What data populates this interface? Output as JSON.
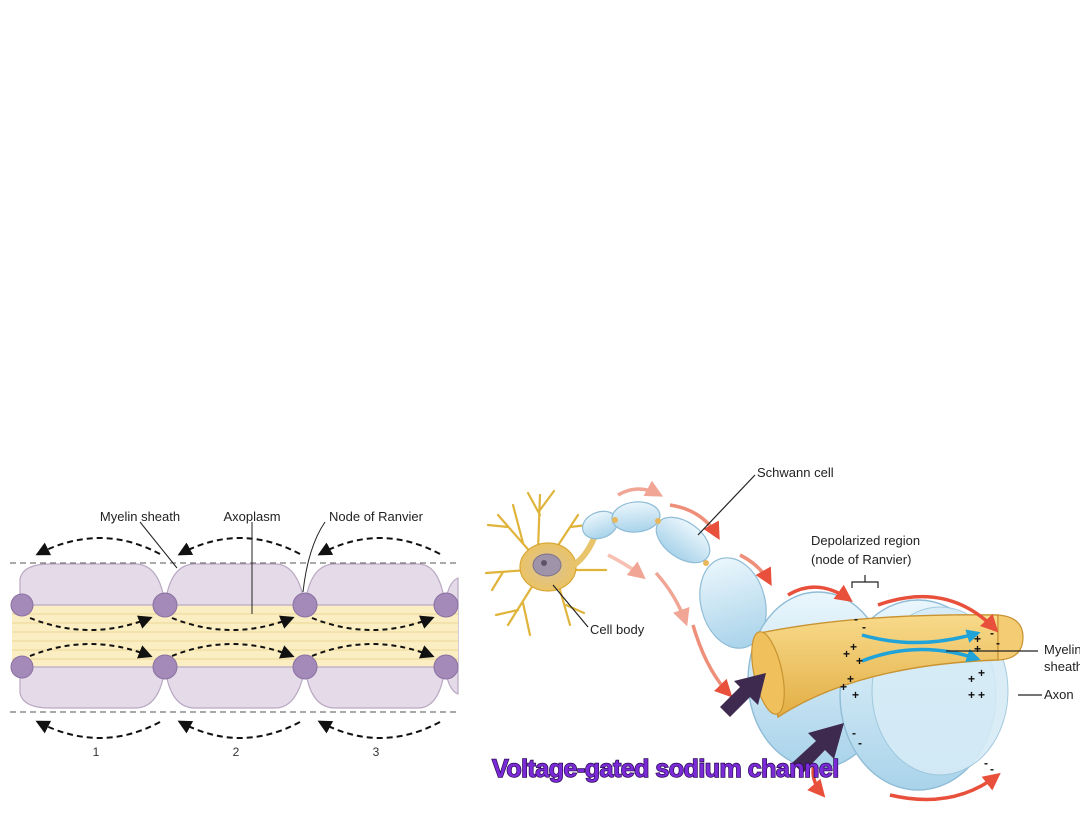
{
  "left_diagram": {
    "labels": {
      "myelin": "Myelin sheath",
      "axoplasm": "Axoplasm",
      "node": "Node of Ranvier"
    },
    "segment_numbers": [
      "1",
      "2",
      "3"
    ],
    "colors": {
      "myelin_fill": "#e5dbe8",
      "node_fill": "#a38ab8",
      "axoplasm_fill": "#fbeec2"
    }
  },
  "right_diagram": {
    "labels": {
      "schwann": "Schwann cell",
      "depol_line1": "Depolarized region",
      "depol_line2": "(node of Ranvier)",
      "cell_body": "Cell body",
      "myelin_line1": "Myelin",
      "myelin_line2": "sheath",
      "axon": "Axon"
    },
    "caption": "Voltage-gated sodium channel",
    "charges": {
      "plus": "+",
      "minus": "-"
    },
    "colors": {
      "caption": "#7a2ad6",
      "axon": "#f2c766",
      "sheath": "#c9e6f4",
      "current_arrow": "#e8503c",
      "ion_arrow": "#1fa3d8"
    }
  }
}
